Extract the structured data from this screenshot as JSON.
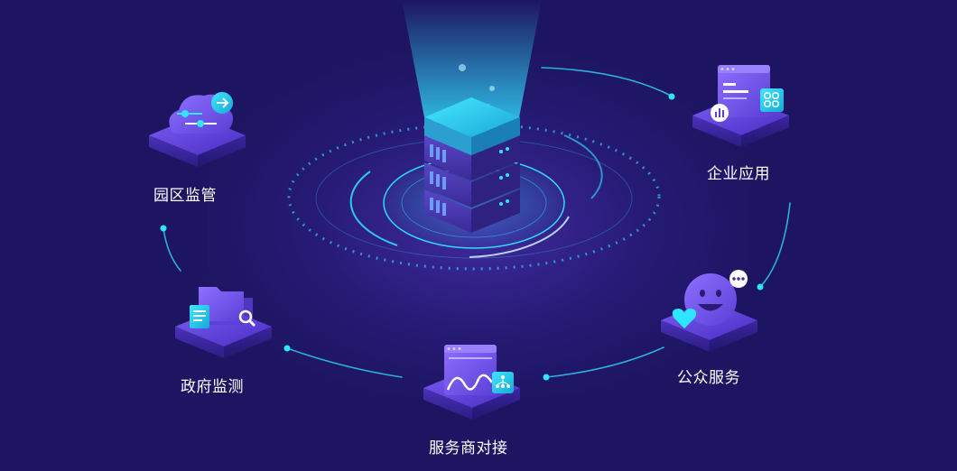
{
  "nodes": [
    {
      "id": "park",
      "label": "园区监管",
      "icon": "cloud-settings-icon"
    },
    {
      "id": "enterprise",
      "label": "企业应用",
      "icon": "app-window-icon"
    },
    {
      "id": "public",
      "label": "公众服务",
      "icon": "smiley-chat-icon"
    },
    {
      "id": "provider",
      "label": "服务商对接",
      "icon": "chart-window-icon"
    },
    {
      "id": "government",
      "label": "政府监测",
      "icon": "folder-search-icon"
    }
  ],
  "center": {
    "icon": "server-stack-icon"
  },
  "colors": {
    "background": "#1e1562",
    "accent_cyan": "#2ee6ff",
    "platform_purple": "#5b3fd6",
    "card_purple": "#7a5cf0"
  }
}
